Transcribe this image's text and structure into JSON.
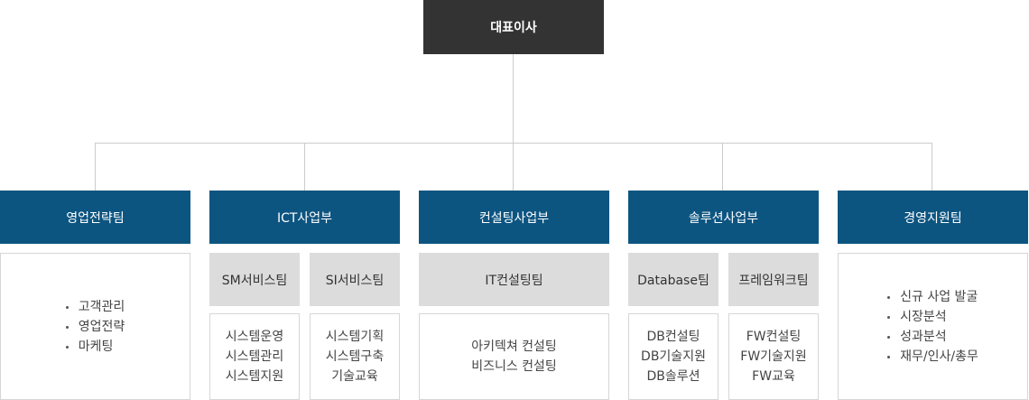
{
  "ceo": {
    "label": "대표이사"
  },
  "departments": [
    {
      "label": "영업전략팀",
      "items": [
        "고객관리",
        "영업전략",
        "마케팅"
      ]
    },
    {
      "label": "ICT사업부",
      "teams": [
        {
          "label": "SM서비스팀",
          "items": [
            "시스템운영",
            "시스템관리",
            "시스템지원"
          ]
        },
        {
          "label": "SI서비스팀",
          "items": [
            "시스템기획",
            "시스템구축",
            "기술교육"
          ]
        }
      ]
    },
    {
      "label": "컨설팅사업부",
      "teams": [
        {
          "label": "IT컨설팅팀",
          "items": [
            "아키텍쳐 컨설팅",
            "비즈니스 컨설팅"
          ]
        }
      ]
    },
    {
      "label": "솔루션사업부",
      "teams": [
        {
          "label": "Database팀",
          "items": [
            "DB컨설팅",
            "DB기술지원",
            "DB솔루션"
          ]
        },
        {
          "label": "프레임워크팀",
          "items": [
            "FW컨설팅",
            "FW기술지원",
            "FW교육"
          ]
        }
      ]
    },
    {
      "label": "경영지원팀",
      "items": [
        "신규 사업 발굴",
        "시장분석",
        "성과분석",
        "재무/인사/총무"
      ]
    }
  ],
  "colors": {
    "ceo": "#333333",
    "department": "#0d5581",
    "team": "#dcdcdc",
    "connector": "#cccccc"
  }
}
